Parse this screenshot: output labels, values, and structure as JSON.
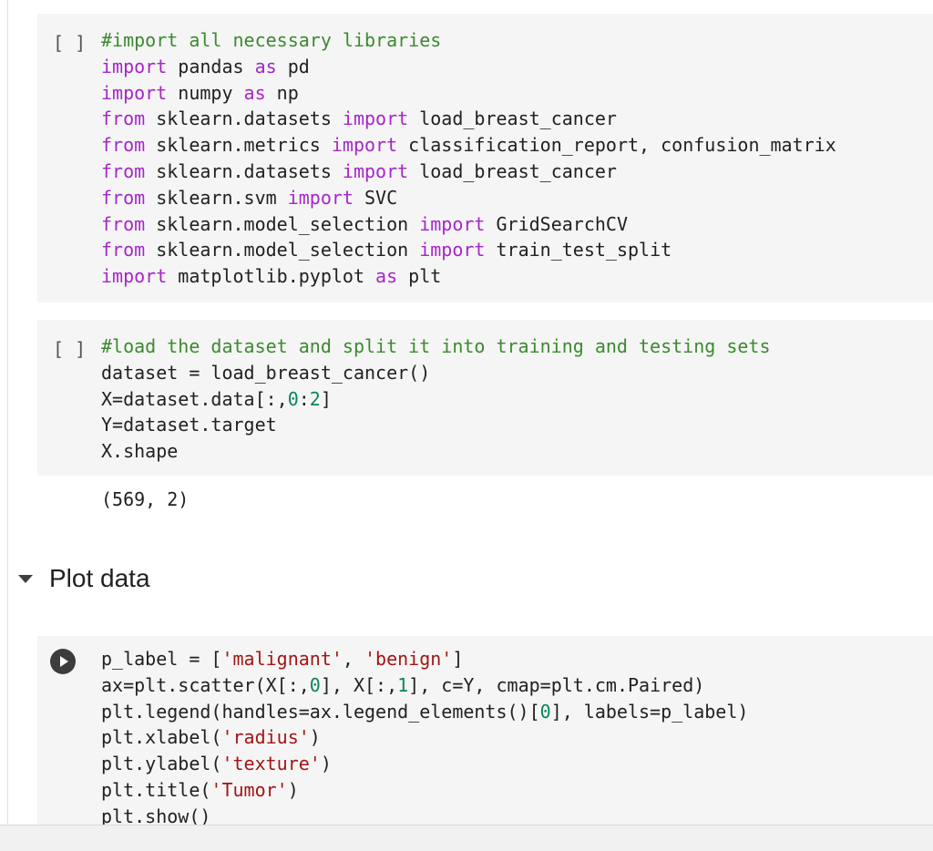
{
  "cells": [
    {
      "bracket": "[ ]",
      "lines": [
        [
          {
            "t": "cm",
            "v": "#import all necessary libraries"
          }
        ],
        [
          {
            "t": "kw",
            "v": "import"
          },
          {
            "t": "",
            "v": " pandas "
          },
          {
            "t": "kw",
            "v": "as"
          },
          {
            "t": "",
            "v": " pd"
          }
        ],
        [
          {
            "t": "kw",
            "v": "import"
          },
          {
            "t": "",
            "v": " numpy "
          },
          {
            "t": "kw",
            "v": "as"
          },
          {
            "t": "",
            "v": " np"
          }
        ],
        [
          {
            "t": "kw",
            "v": "from"
          },
          {
            "t": "",
            "v": " sklearn.datasets "
          },
          {
            "t": "kw",
            "v": "import"
          },
          {
            "t": "",
            "v": " load_breast_cancer"
          }
        ],
        [
          {
            "t": "kw",
            "v": "from"
          },
          {
            "t": "",
            "v": " sklearn.metrics "
          },
          {
            "t": "kw",
            "v": "import"
          },
          {
            "t": "",
            "v": " classification_report, confusion_matrix"
          }
        ],
        [
          {
            "t": "kw",
            "v": "from"
          },
          {
            "t": "",
            "v": " sklearn.datasets "
          },
          {
            "t": "kw",
            "v": "import"
          },
          {
            "t": "",
            "v": " load_breast_cancer"
          }
        ],
        [
          {
            "t": "kw",
            "v": "from"
          },
          {
            "t": "",
            "v": " sklearn.svm "
          },
          {
            "t": "kw",
            "v": "import"
          },
          {
            "t": "",
            "v": " SVC"
          }
        ],
        [
          {
            "t": "kw",
            "v": "from"
          },
          {
            "t": "",
            "v": " sklearn.model_selection "
          },
          {
            "t": "kw",
            "v": "import"
          },
          {
            "t": "",
            "v": " GridSearchCV"
          }
        ],
        [
          {
            "t": "kw",
            "v": "from"
          },
          {
            "t": "",
            "v": " sklearn.model_selection "
          },
          {
            "t": "kw",
            "v": "import"
          },
          {
            "t": "",
            "v": " train_test_split"
          }
        ],
        [
          {
            "t": "kw",
            "v": "import"
          },
          {
            "t": "",
            "v": " matplotlib.pyplot "
          },
          {
            "t": "kw",
            "v": "as"
          },
          {
            "t": "",
            "v": " plt"
          }
        ]
      ]
    },
    {
      "bracket": "[ ]",
      "lines": [
        [
          {
            "t": "cm",
            "v": "#load the dataset and split it into training and testing sets"
          }
        ],
        [
          {
            "t": "",
            "v": "dataset = load_breast_cancer()"
          }
        ],
        [
          {
            "t": "",
            "v": "X=dataset.data[:,"
          },
          {
            "t": "num",
            "v": "0"
          },
          {
            "t": "",
            "v": ":"
          },
          {
            "t": "num",
            "v": "2"
          },
          {
            "t": "",
            "v": "]"
          }
        ],
        [
          {
            "t": "",
            "v": "Y=dataset.target"
          }
        ],
        [
          {
            "t": "",
            "v": "X.shape"
          }
        ]
      ],
      "output": "(569, 2)"
    },
    {
      "lines": [
        [
          {
            "t": "",
            "v": "p_label = ["
          },
          {
            "t": "str",
            "v": "'malignant'"
          },
          {
            "t": "",
            "v": ", "
          },
          {
            "t": "str",
            "v": "'benign'"
          },
          {
            "t": "",
            "v": "]"
          }
        ],
        [
          {
            "t": "",
            "v": "ax=plt.scatter(X[:,"
          },
          {
            "t": "num",
            "v": "0"
          },
          {
            "t": "",
            "v": "], X[:,"
          },
          {
            "t": "num",
            "v": "1"
          },
          {
            "t": "",
            "v": "], c=Y, cmap=plt.cm.Paired)"
          }
        ],
        [
          {
            "t": "",
            "v": "plt.legend(handles=ax.legend_elements()["
          },
          {
            "t": "num",
            "v": "0"
          },
          {
            "t": "",
            "v": "], labels=p_label)"
          }
        ],
        [
          {
            "t": "",
            "v": "plt.xlabel("
          },
          {
            "t": "str",
            "v": "'radius'"
          },
          {
            "t": "",
            "v": ")"
          }
        ],
        [
          {
            "t": "",
            "v": "plt.ylabel("
          },
          {
            "t": "str",
            "v": "'texture'"
          },
          {
            "t": "",
            "v": ")"
          }
        ],
        [
          {
            "t": "",
            "v": "plt.title("
          },
          {
            "t": "str",
            "v": "'Tumor'"
          },
          {
            "t": "",
            "v": ")"
          }
        ],
        [
          {
            "t": "",
            "v": "plt.show()"
          }
        ]
      ]
    }
  ],
  "section": {
    "title": "Plot data",
    "caret_icon": "caret-down-icon",
    "run_icon": "play-icon"
  },
  "colors": {
    "comment": "#3b8a2f",
    "keyword": "#a626c9",
    "number": "#098658",
    "string": "#a31515",
    "cell_bg": "#f5f5f5"
  }
}
